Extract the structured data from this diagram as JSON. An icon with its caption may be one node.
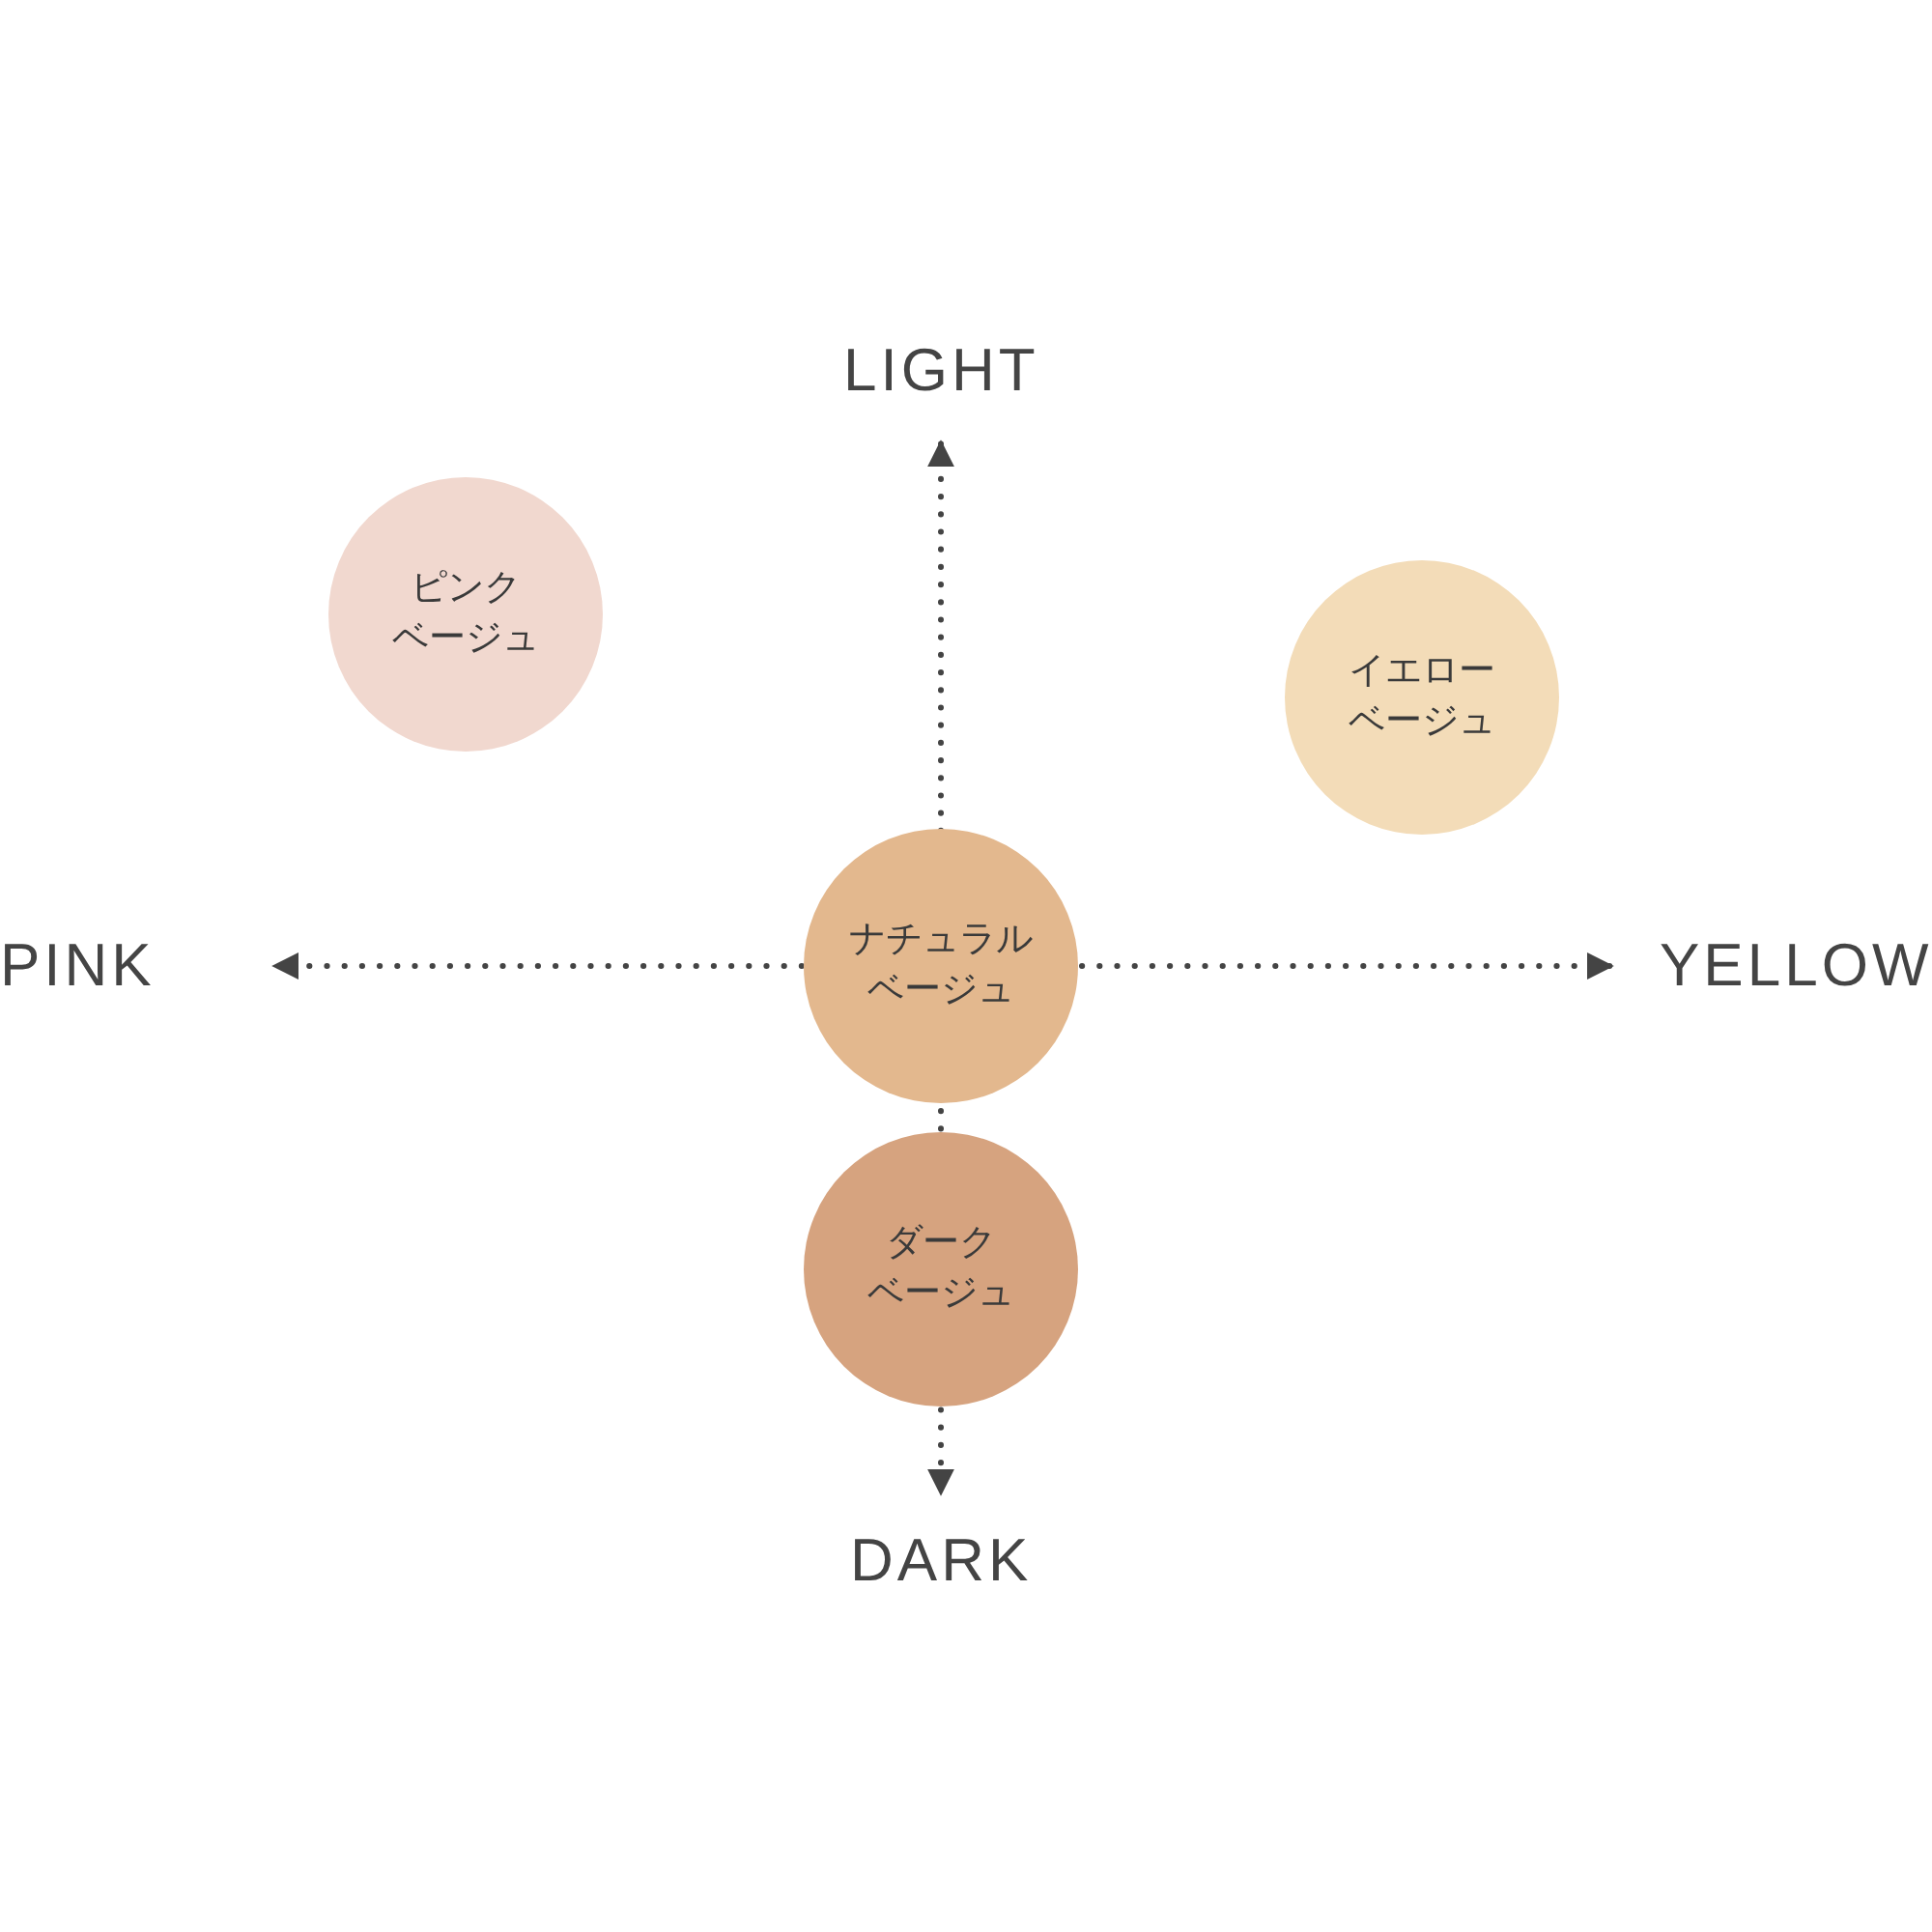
{
  "diagram": {
    "nodes": [
      {
        "text": [
          "ピンクベージュ"
        ]
      },
      {
        "text": [
          "イエローベージュ"
        ]
      },
      {
        "text": [
          "ナチュラルベージュ"
        ]
      },
      {
        "text": [
          "ダークベージュ"
        ]
      }
    ],
    "labels": [
      "LIGHT",
      "PINK",
      "YELLOW",
      "DARK"
    ]
  }
}
